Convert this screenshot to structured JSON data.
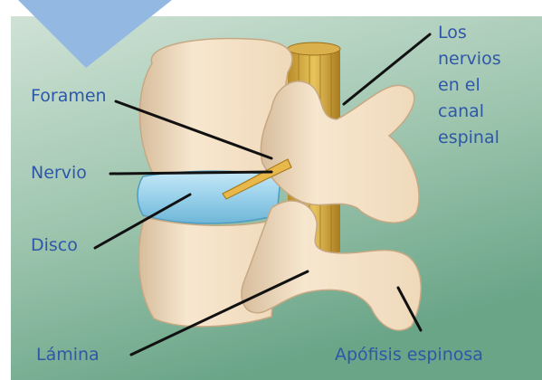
{
  "colors": {
    "background_top": "#c9ddd0",
    "background_bottom": "#6fa88c",
    "bone": "#f3e1c6",
    "bone_shadow": "#c9a988",
    "disc": "#9fd4ec",
    "nerve": "#e2b64a",
    "label_text": "#2f57a8",
    "leader_line": "#111111",
    "corner_marker": "#93b9e3"
  },
  "labels": {
    "foramen": "Foramen",
    "nervio": "Nervio",
    "disco": "Disco",
    "lamina": "Lámina",
    "apofisis": "Apófisis espinosa",
    "nervios_lines": [
      "Los",
      "nervios",
      "en el",
      "canal",
      "espinal"
    ]
  }
}
